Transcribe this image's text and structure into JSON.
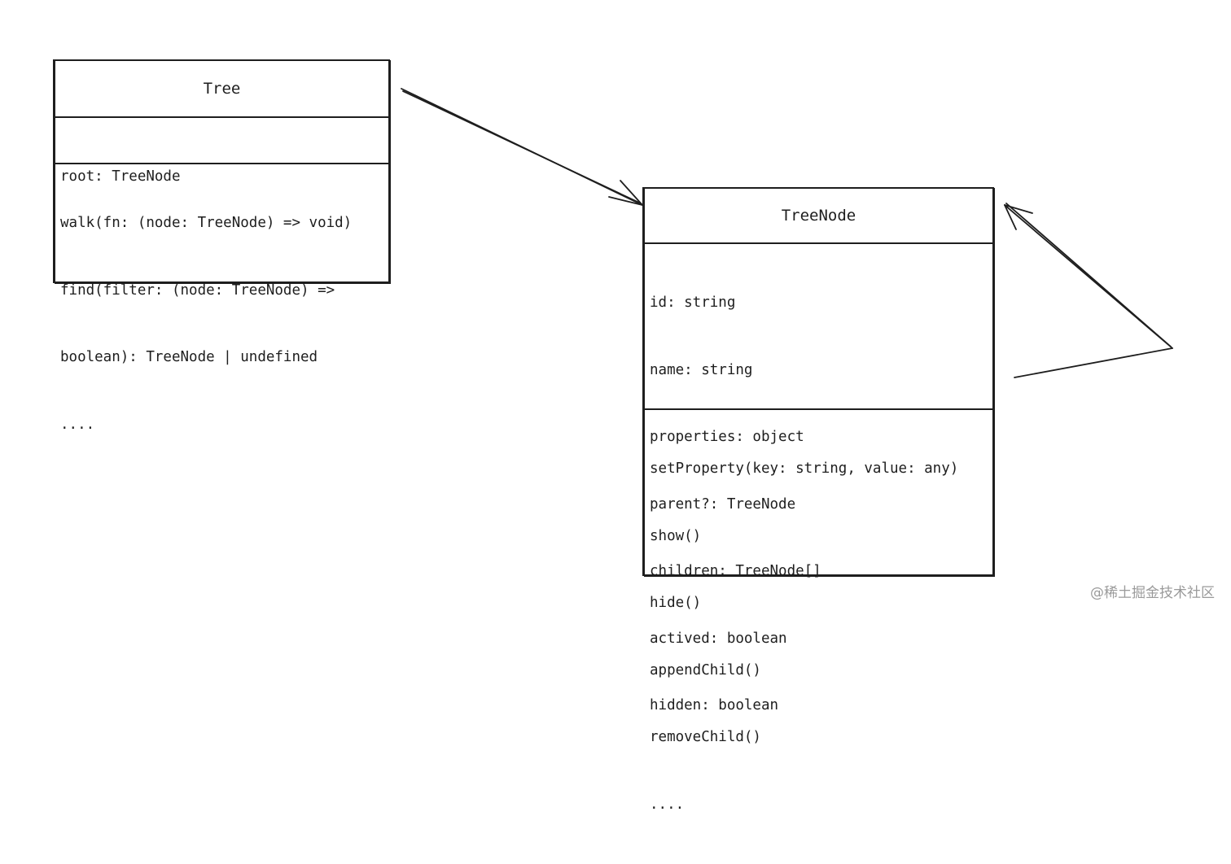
{
  "tree_class": {
    "name": "Tree",
    "attributes": [
      "root: TreeNode"
    ],
    "methods": [
      "walk(fn: (node: TreeNode) => void)",
      "find(filter: (node: TreeNode) =>",
      "boolean): TreeNode | undefined",
      "...."
    ]
  },
  "treenode_class": {
    "name": "TreeNode",
    "attributes": [
      "id: string",
      "name: string",
      "properties: object",
      "parent?: TreeNode",
      "children: TreeNode[]",
      "actived: boolean",
      "hidden: boolean"
    ],
    "methods": [
      "setProperty(key: string, value: any)",
      "show()",
      "hide()",
      "appendChild()",
      "removeChild()",
      "...."
    ]
  },
  "watermark": "@稀土掘金技术社区"
}
